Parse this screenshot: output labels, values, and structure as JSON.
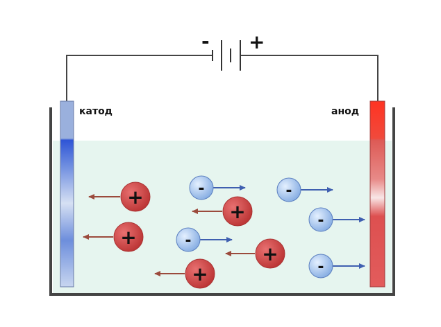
{
  "labels": {
    "cathode": "катод",
    "anode": "анод"
  },
  "battery": {
    "minus_sign": "-",
    "plus_sign": "+"
  },
  "ion_symbols": {
    "cation": "+",
    "anion": "-"
  },
  "colors": {
    "solution": "#e6f5ef",
    "vessel": "#444444",
    "wire": "#444444",
    "cathode": "#3355cc",
    "anode": "#dd3333",
    "cation_fill": "#cc3f3c",
    "anion_fill": "#9cc2ee",
    "cation_arrow": "#9b4a3c",
    "anion_arrow": "#3f5fb0"
  },
  "cations_count_shown": 5,
  "anions_count_shown": 5
}
